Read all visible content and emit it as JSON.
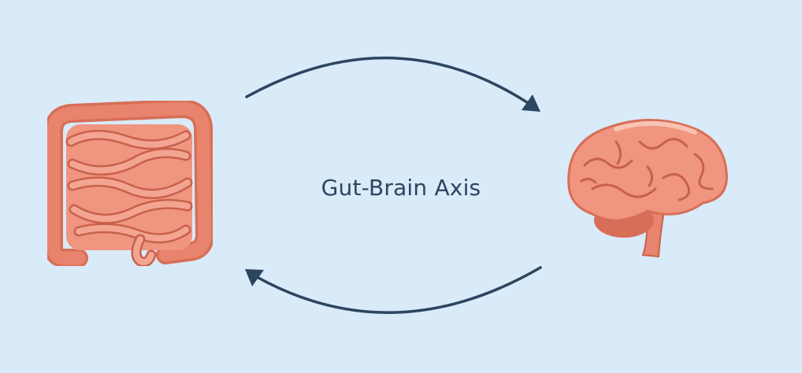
{
  "diagram": {
    "title": "Gut-Brain Axis",
    "nodes": [
      {
        "id": "gut",
        "icon": "intestines-icon"
      },
      {
        "id": "brain",
        "icon": "brain-icon"
      }
    ],
    "edges": [
      {
        "from": "gut",
        "to": "brain",
        "direction": "clockwise-top"
      },
      {
        "from": "brain",
        "to": "gut",
        "direction": "clockwise-bottom"
      }
    ]
  },
  "colors": {
    "background": "#d9eaf8",
    "arrow": "#2c4560",
    "title": "#2c4560",
    "organ_fill": "#e8846d",
    "organ_dark": "#c8614c",
    "organ_light": "#f3a592"
  }
}
